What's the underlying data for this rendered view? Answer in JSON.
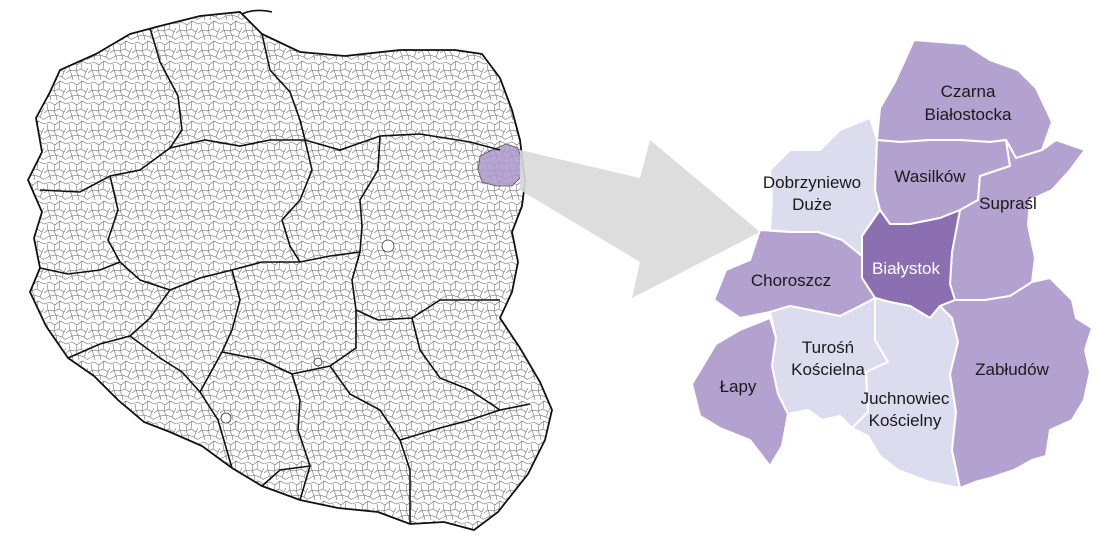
{
  "colors": {
    "background": "#ffffff",
    "country_fill": "#ffffff",
    "border_thin": "#555555",
    "border_thick": "#111111",
    "highlight_region": "#a996c9",
    "arrow": "#d9d9d9",
    "core_city": "#8c6fb0",
    "member_medium": "#b3a2d0",
    "member_light": "#dcdcef",
    "region_outline": "#ffffff"
  },
  "left_map": {
    "icon": "poland-municipal-map"
  },
  "right_map": {
    "regions": [
      {
        "id": "czarna",
        "label_lines": [
          "Czarna",
          "Białostocka"
        ],
        "tone": "medium"
      },
      {
        "id": "dobrzyniewo",
        "label_lines": [
          "Dobrzyniewo",
          "Duże"
        ],
        "tone": "light"
      },
      {
        "id": "wasilkow",
        "label_lines": [
          "Wasilków"
        ],
        "tone": "medium"
      },
      {
        "id": "suprasl",
        "label_lines": [
          "Supraśl"
        ],
        "tone": "medium"
      },
      {
        "id": "bialystok",
        "label_lines": [
          "Białystok"
        ],
        "tone": "core"
      },
      {
        "id": "choroszcz",
        "label_lines": [
          "Choroszcz"
        ],
        "tone": "medium"
      },
      {
        "id": "turosn",
        "label_lines": [
          "Turośń",
          "Kościelna"
        ],
        "tone": "light"
      },
      {
        "id": "lapy",
        "label_lines": [
          "Łapy"
        ],
        "tone": "medium"
      },
      {
        "id": "juchnowiec",
        "label_lines": [
          "Juchnowiec",
          "Kościelny"
        ],
        "tone": "light"
      },
      {
        "id": "zabludow",
        "label_lines": [
          "Zabłudów"
        ],
        "tone": "medium"
      }
    ]
  }
}
